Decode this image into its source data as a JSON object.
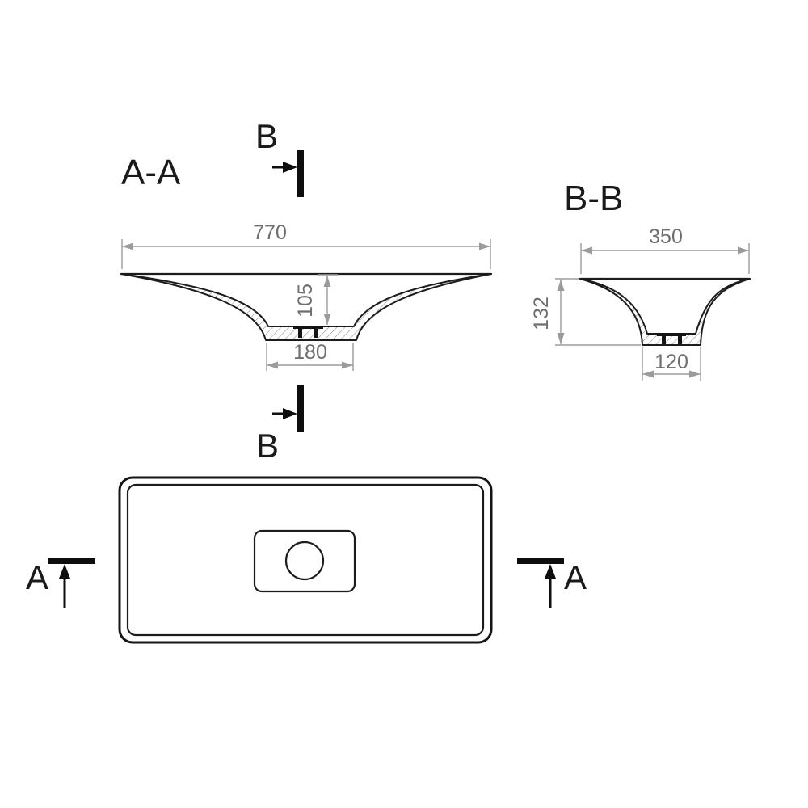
{
  "labels": {
    "section_aa": "A-A",
    "section_bb": "B-B",
    "cut_a": "A",
    "cut_b": "B"
  },
  "dimensions": {
    "aa_width": "770",
    "aa_depth": "105",
    "aa_bottom_width": "180",
    "bb_width": "350",
    "bb_height": "132",
    "bb_bottom_width": "120"
  },
  "colors": {
    "outline": "#1c1c1c",
    "dimension_line": "#9b9b9b",
    "dimension_text": "#6e6e6e",
    "hatch": "#8a8a8a",
    "background": "#ffffff"
  }
}
